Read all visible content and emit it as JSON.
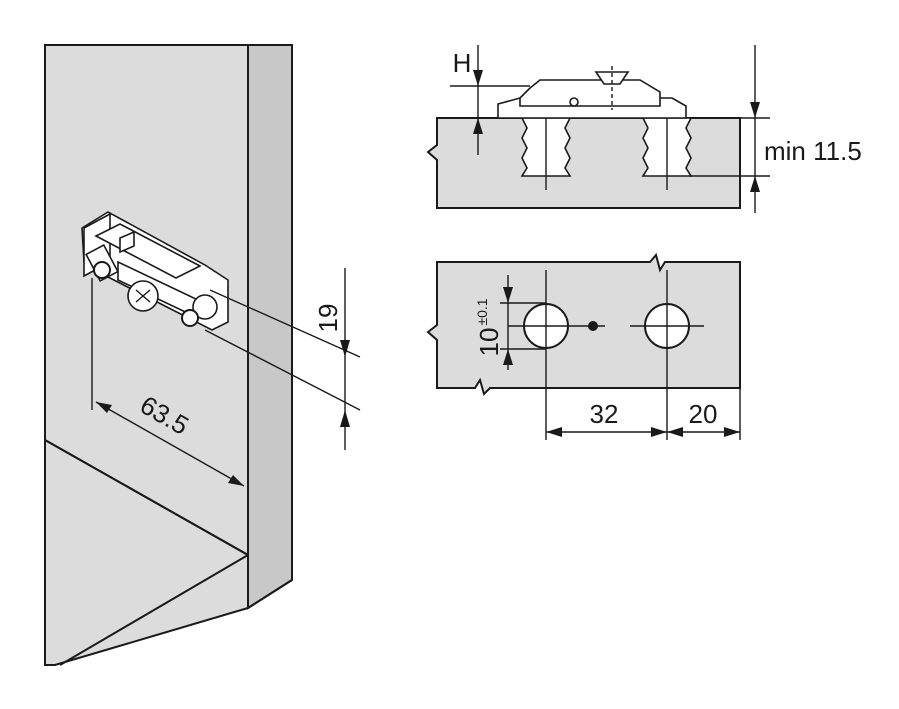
{
  "dimensions": {
    "height_label": "H",
    "min_depth": "min 11.5",
    "tolerance_value": "10",
    "tolerance_sup": "±0.1",
    "hole_spacing": "32",
    "edge_offset": "20",
    "vertical_offset": "19",
    "setback": "63.5"
  },
  "colors": {
    "panel": "#dcdcdc",
    "line": "#1a1a1a",
    "background": "#ffffff"
  }
}
